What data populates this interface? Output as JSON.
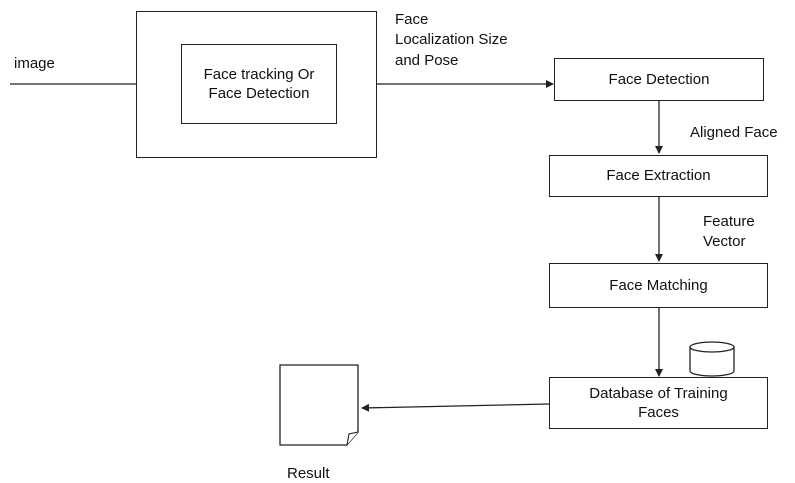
{
  "input_label": "image",
  "outer_box": {
    "inner_label_line1": "Face tracking Or",
    "inner_label_line2": "Face Detection"
  },
  "edge_labels": {
    "localization_line1": "Face",
    "localization_line2": "Localization Size",
    "localization_line3": "and Pose",
    "aligned_face": "Aligned Face",
    "feature_vector_line1": "Feature",
    "feature_vector_line2": "Vector"
  },
  "nodes": {
    "face_detection": "Face Detection",
    "face_extraction": "Face Extraction",
    "face_matching": "Face Matching",
    "database_line1": "Database of Training",
    "database_line2": "Faces"
  },
  "result_label": "Result",
  "icons": {
    "database": "database-cylinder-icon",
    "result": "document-icon"
  }
}
